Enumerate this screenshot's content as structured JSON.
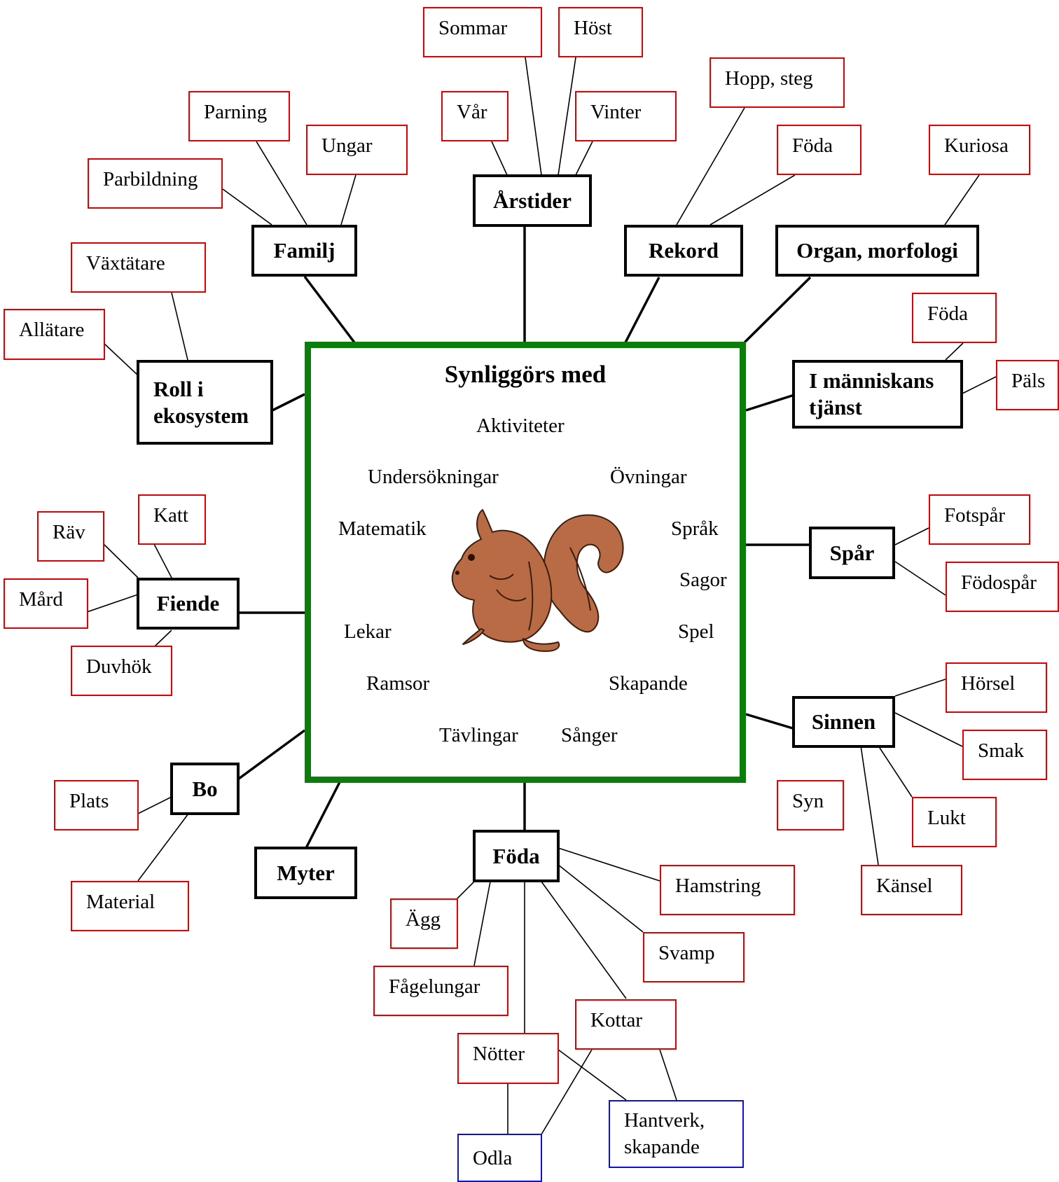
{
  "center": {
    "title": "Synliggörs med",
    "activities": [
      "Aktiviteter",
      "Undersökningar",
      "Övningar",
      "Matematik",
      "Språk",
      "Sagor",
      "Lekar",
      "Spel",
      "Ramsor",
      "Skapande",
      "Tävlingar",
      "Sånger"
    ],
    "colors": {
      "frame": "#0a7d0a",
      "squirrel": "#b96b45"
    }
  },
  "topics": {
    "familj": {
      "label": "Familj",
      "items": [
        "Parning",
        "Ungar",
        "Parbildning"
      ]
    },
    "arstider": {
      "label": "Årstider",
      "items": [
        "Sommar",
        "Höst",
        "Vår",
        "Vinter"
      ]
    },
    "rekord": {
      "label": "Rekord",
      "items": [
        "Hopp, steg",
        "Föda"
      ]
    },
    "organ": {
      "label": "Organ, morfologi",
      "items": [
        "Kuriosa"
      ]
    },
    "roll": {
      "label_line1": "Roll i",
      "label_line2": "ekosystem",
      "items": [
        "Växtätare",
        "Allätare"
      ]
    },
    "tjanst": {
      "label_line1": "I människans",
      "label_line2": "tjänst",
      "items": [
        "Föda",
        "Päls"
      ]
    },
    "fiende": {
      "label": "Fiende",
      "items": [
        "Räv",
        "Katt",
        "Mård",
        "Duvhök"
      ]
    },
    "spar": {
      "label": "Spår",
      "items": [
        "Fotspår",
        "Födospår"
      ]
    },
    "sinnen": {
      "label": "Sinnen",
      "items": [
        "Hörsel",
        "Smak",
        "Syn",
        "Lukt",
        "Känsel"
      ]
    },
    "bo": {
      "label": "Bo",
      "items": [
        "Plats",
        "Material"
      ]
    },
    "myter": {
      "label": "Myter"
    },
    "foda": {
      "label": "Föda",
      "items": [
        "Hamstring",
        "Ägg",
        "Svamp",
        "Fågelungar",
        "Kottar",
        "Nötter"
      ],
      "extra": {
        "odla": "Odla",
        "hantverk_line1": "Hantverk,",
        "hantverk_line2": "skapande"
      }
    }
  },
  "colors": {
    "main_border": "#000000",
    "sub_border": "#e00000",
    "extra_border": "#1010d0",
    "line": "#000000"
  }
}
